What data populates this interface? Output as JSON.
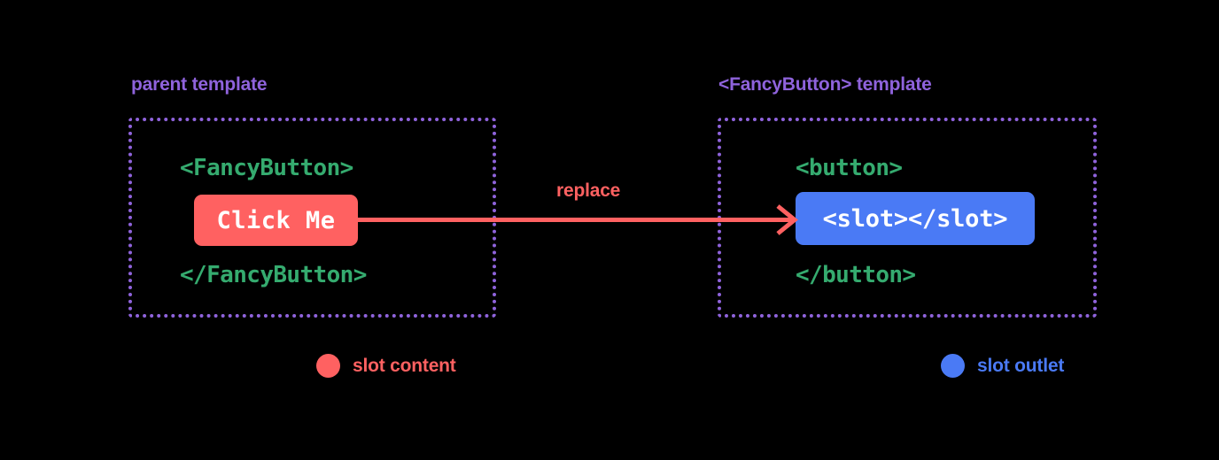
{
  "background_color": "#000000",
  "palette": {
    "heading_purple": "#8f63dc",
    "border_purple": "#8f63dc",
    "code_green": "#35ab6f",
    "coral": "#ff6161",
    "blue": "#4a7af5",
    "chip_text": "#ffffff"
  },
  "panels": {
    "parent": {
      "heading": "parent template",
      "open_tag": "<FancyButton>",
      "close_tag": "</FancyButton>",
      "chip_label": "Click Me"
    },
    "fancy": {
      "heading": "<FancyButton> template",
      "open_tag": "<button>",
      "close_tag": "</button>",
      "chip_label": "<slot></slot>"
    }
  },
  "arrow": {
    "label": "replace",
    "direction": "left-to-right",
    "color": "#ff6161"
  },
  "legend": [
    {
      "label": "slot content",
      "color": "#ff6161"
    },
    {
      "label": "slot outlet",
      "color": "#4a7af5"
    }
  ]
}
